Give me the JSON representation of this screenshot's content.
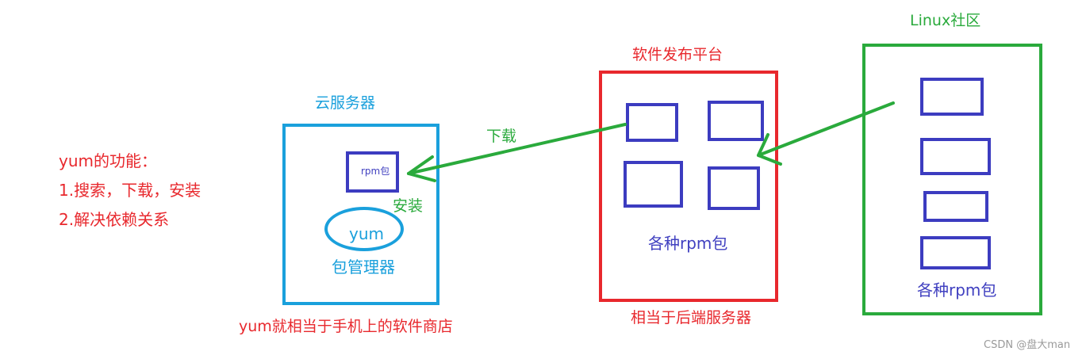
{
  "features": {
    "title": "yum的功能：",
    "item1": "1.搜索，下载，安装",
    "item2": "2.解决依赖关系"
  },
  "cloud_server": {
    "title": "云服务器",
    "rpm_label": "rpm包",
    "install_label": "安装",
    "yum_label": "yum",
    "manager_label": "包管理器",
    "caption": "yum就相当于手机上的软件商店"
  },
  "platform": {
    "title": "软件发布平台",
    "packages_label": "各种rpm包",
    "caption": "相当于后端服务器"
  },
  "community": {
    "title": "Linux社区",
    "packages_label": "各种rpm包"
  },
  "download_label": "下载",
  "watermark": "CSDN @盘大man",
  "colors": {
    "red": "#e8282d",
    "green": "#2aaa3c",
    "cyan": "#1aa0dc",
    "blue": "#3c3cc0"
  }
}
